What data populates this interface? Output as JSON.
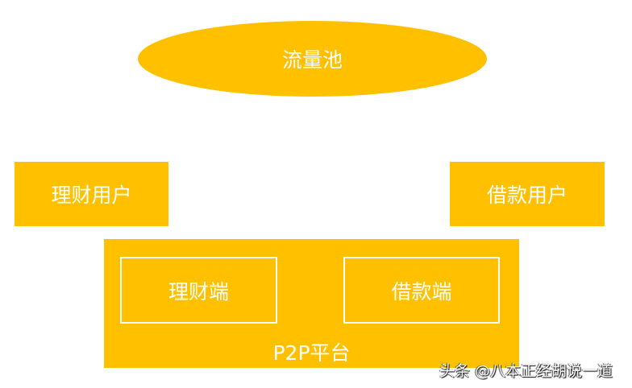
{
  "diagram": {
    "traffic_pool": {
      "label": "流量池"
    },
    "investor_user": {
      "label": "理财用户"
    },
    "borrower_user": {
      "label": "借款用户"
    },
    "platform": {
      "label": "P2P平台",
      "investment_side": {
        "label": "理财端"
      },
      "borrowing_side": {
        "label": "借款端"
      }
    },
    "colors": {
      "fill": "#FFC000",
      "text": "#FFFFFF",
      "background": "#FFFFFF"
    }
  },
  "watermark": {
    "text": "头条 @八本正经胡说一道"
  }
}
